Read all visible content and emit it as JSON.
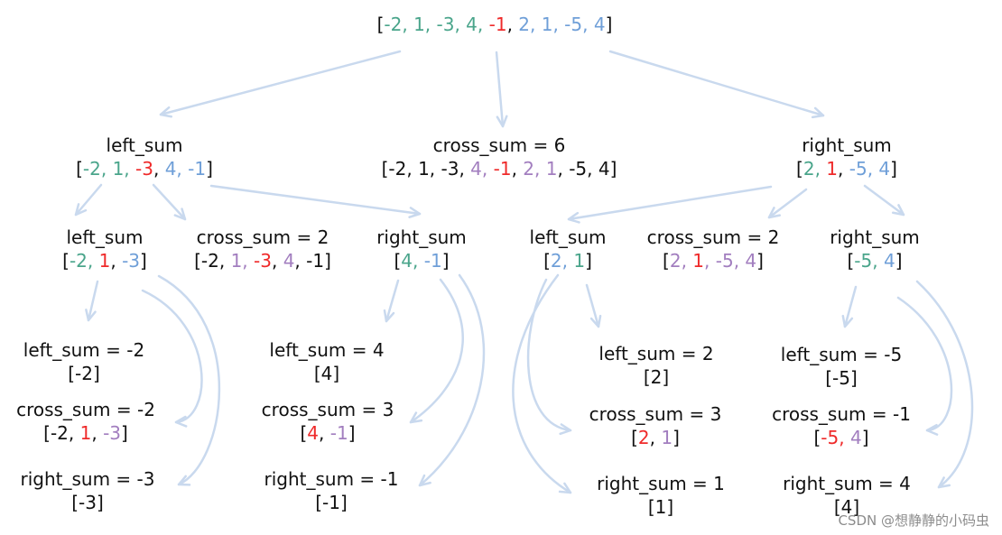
{
  "palette": {
    "k": "#111111",
    "g": "#4aa58b",
    "r": "#ef2a2a",
    "b": "#6f9fd8",
    "p": "#a27ebf",
    "edge": "#c9d9ee"
  },
  "nodes": [
    {
      "id": "root",
      "label": "",
      "tokens": [
        [
          "[",
          "k"
        ],
        [
          "-2, 1, -3, 4, ",
          "g"
        ],
        [
          "-1",
          "r"
        ],
        [
          ", ",
          "k"
        ],
        [
          "2, 1, -5, 4",
          "b"
        ],
        [
          "]",
          "k"
        ]
      ]
    },
    {
      "id": "L",
      "label": "left_sum",
      "tokens": [
        [
          "[",
          "k"
        ],
        [
          "-2, 1, ",
          "g"
        ],
        [
          "-3",
          "r"
        ],
        [
          ", ",
          "k"
        ],
        [
          "4, -1",
          "b"
        ],
        [
          "]",
          "k"
        ]
      ]
    },
    {
      "id": "C",
      "label": "cross_sum = 6",
      "tokens": [
        [
          "[-2, 1, -3, ",
          "k"
        ],
        [
          "4, ",
          "p"
        ],
        [
          "-1",
          "r"
        ],
        [
          ", ",
          "k"
        ],
        [
          "2, 1",
          "p"
        ],
        [
          ", -5, 4]",
          "k"
        ]
      ]
    },
    {
      "id": "R",
      "label": "right_sum",
      "tokens": [
        [
          "[",
          "k"
        ],
        [
          "2, ",
          "g"
        ],
        [
          "1",
          "r"
        ],
        [
          ", ",
          "k"
        ],
        [
          "-5, 4",
          "b"
        ],
        [
          "]",
          "k"
        ]
      ]
    },
    {
      "id": "LL",
      "label": "left_sum",
      "tokens": [
        [
          "[",
          "k"
        ],
        [
          "-2, ",
          "g"
        ],
        [
          "1",
          "r"
        ],
        [
          ", ",
          "k"
        ],
        [
          "-3",
          "b"
        ],
        [
          "]",
          "k"
        ]
      ]
    },
    {
      "id": "LC",
      "label": "cross_sum = 2",
      "tokens": [
        [
          "[-2, ",
          "k"
        ],
        [
          "1, ",
          "p"
        ],
        [
          "-3",
          "r"
        ],
        [
          ", ",
          "k"
        ],
        [
          "4",
          "p"
        ],
        [
          ", -1]",
          "k"
        ]
      ]
    },
    {
      "id": "LR",
      "label": "right_sum",
      "tokens": [
        [
          "[",
          "k"
        ],
        [
          "4, ",
          "g"
        ],
        [
          "-1",
          "b"
        ],
        [
          "]",
          "k"
        ]
      ]
    },
    {
      "id": "RL",
      "label": "left_sum",
      "tokens": [
        [
          "[",
          "k"
        ],
        [
          "2, ",
          "b"
        ],
        [
          "1",
          "g"
        ],
        [
          "]",
          "k"
        ]
      ]
    },
    {
      "id": "RC",
      "label": "cross_sum = 2",
      "tokens": [
        [
          "[",
          "k"
        ],
        [
          "2, ",
          "p"
        ],
        [
          "1",
          "r"
        ],
        [
          ", -5, 4",
          "p"
        ],
        [
          "]",
          "k"
        ]
      ]
    },
    {
      "id": "RR",
      "label": "right_sum",
      "tokens": [
        [
          "[",
          "k"
        ],
        [
          "-5, ",
          "g"
        ],
        [
          "4",
          "b"
        ],
        [
          "]",
          "k"
        ]
      ]
    },
    {
      "id": "LLL",
      "label": "left_sum = -2",
      "tokens": [
        [
          "[-2]",
          "k"
        ]
      ]
    },
    {
      "id": "LLC",
      "label": "cross_sum = -2",
      "tokens": [
        [
          "[-2, ",
          "k"
        ],
        [
          "1",
          "r"
        ],
        [
          ", ",
          "k"
        ],
        [
          "-3",
          "p"
        ],
        [
          "]",
          "k"
        ]
      ]
    },
    {
      "id": "LLR",
      "label": "right_sum = -3",
      "tokens": [
        [
          "[-3]",
          "k"
        ]
      ]
    },
    {
      "id": "LRL",
      "label": "left_sum = 4",
      "tokens": [
        [
          "[4]",
          "k"
        ]
      ]
    },
    {
      "id": "LRC",
      "label": "cross_sum = 3",
      "tokens": [
        [
          "[",
          "k"
        ],
        [
          "4",
          "r"
        ],
        [
          ", ",
          "k"
        ],
        [
          "-1",
          "p"
        ],
        [
          "]",
          "k"
        ]
      ]
    },
    {
      "id": "LRR",
      "label": "right_sum = -1",
      "tokens": [
        [
          "[-1]",
          "k"
        ]
      ]
    },
    {
      "id": "RLL",
      "label": "left_sum = 2",
      "tokens": [
        [
          "[2]",
          "k"
        ]
      ]
    },
    {
      "id": "RLC",
      "label": "cross_sum = 3",
      "tokens": [
        [
          "[",
          "k"
        ],
        [
          "2",
          "r"
        ],
        [
          ", ",
          "k"
        ],
        [
          "1",
          "p"
        ],
        [
          "]",
          "k"
        ]
      ]
    },
    {
      "id": "RLR",
      "label": "right_sum = 1",
      "tokens": [
        [
          "[1]",
          "k"
        ]
      ]
    },
    {
      "id": "RRL",
      "label": "left_sum = -5",
      "tokens": [
        [
          "[-5]",
          "k"
        ]
      ]
    },
    {
      "id": "RRC",
      "label": "cross_sum = -1",
      "tokens": [
        [
          "[",
          "k"
        ],
        [
          "-5, ",
          "r"
        ],
        [
          "4",
          "p"
        ],
        [
          "]",
          "k"
        ]
      ]
    },
    {
      "id": "RRR",
      "label": "right_sum = 4",
      "tokens": [
        [
          "[4]",
          "k"
        ]
      ]
    }
  ],
  "watermark": "CSDN @想静静的小码虫"
}
